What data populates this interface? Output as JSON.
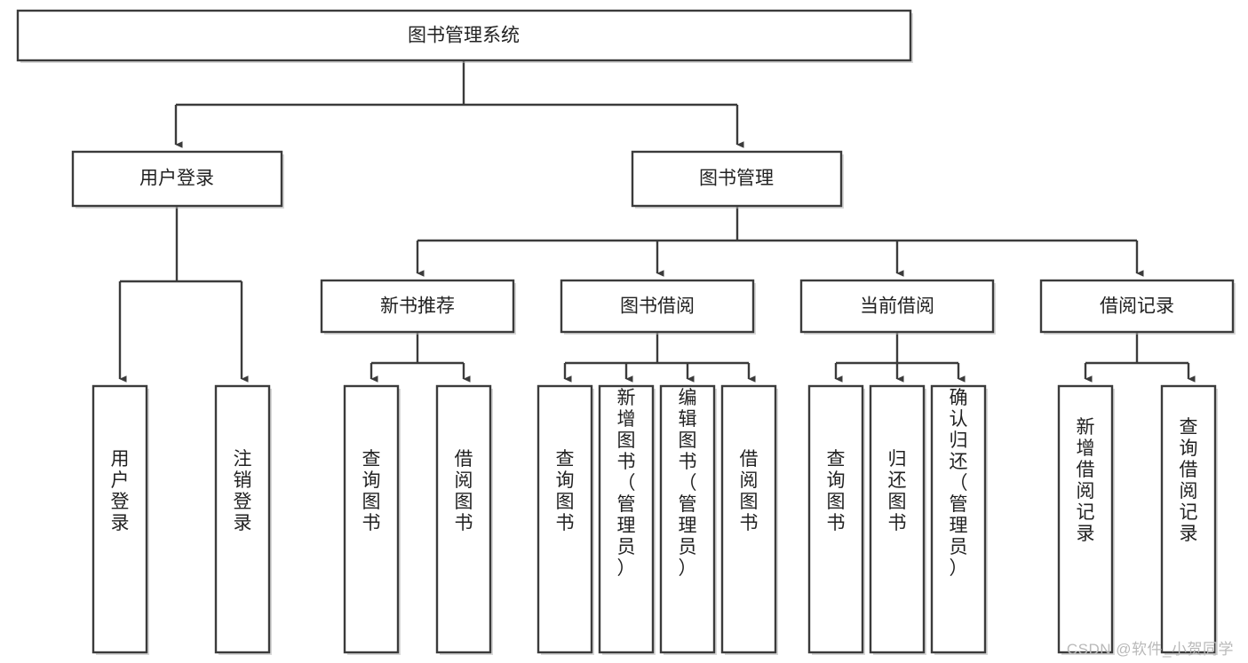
{
  "diagram": {
    "type": "hierarchy-tree",
    "title": "图书管理系统",
    "watermark": "CSDN @软件_小贺同学",
    "colors": {
      "box_stroke": "#3b3b3b",
      "box_fill": "#ffffff",
      "text": "#222222",
      "watermark": "#b9b9b9",
      "background": "#ffffff"
    },
    "nodes": {
      "root": {
        "label": "图书管理系统"
      },
      "level2": [
        {
          "id": "user-login",
          "label": "用户登录"
        },
        {
          "id": "book-manage",
          "label": "图书管理"
        }
      ],
      "level3": [
        {
          "id": "new-book-recommend",
          "label": "新书推荐",
          "parent": "book-manage"
        },
        {
          "id": "book-borrow",
          "label": "图书借阅",
          "parent": "book-manage"
        },
        {
          "id": "current-borrow",
          "label": "当前借阅",
          "parent": "book-manage"
        },
        {
          "id": "borrow-record",
          "label": "借阅记录",
          "parent": "book-manage"
        }
      ],
      "leaves": [
        {
          "id": "leaf-user-login",
          "label": "用户登录",
          "parent": "user-login"
        },
        {
          "id": "leaf-logout-login",
          "label": "注销登录",
          "parent": "user-login"
        },
        {
          "id": "leaf-query-book-1",
          "label": "查询图书",
          "parent": "new-book-recommend"
        },
        {
          "id": "leaf-borrow-book-1",
          "label": "借阅图书",
          "parent": "new-book-recommend"
        },
        {
          "id": "leaf-query-book-2",
          "label": "查询图书",
          "parent": "book-borrow"
        },
        {
          "id": "leaf-add-book",
          "label": "新增图书（管理员）",
          "parent": "book-borrow"
        },
        {
          "id": "leaf-edit-book",
          "label": "编辑图书（管理员）",
          "parent": "book-borrow"
        },
        {
          "id": "leaf-borrow-book-2",
          "label": "借阅图书",
          "parent": "book-borrow"
        },
        {
          "id": "leaf-query-book-3",
          "label": "查询图书",
          "parent": "current-borrow"
        },
        {
          "id": "leaf-return-book",
          "label": "归还图书",
          "parent": "current-borrow"
        },
        {
          "id": "leaf-confirm-return",
          "label": "确认归还（管理员）",
          "parent": "current-borrow"
        },
        {
          "id": "leaf-add-record",
          "label": "新增借阅记录",
          "parent": "borrow-record"
        },
        {
          "id": "leaf-query-record",
          "label": "查询借阅记录",
          "parent": "borrow-record"
        }
      ]
    }
  }
}
